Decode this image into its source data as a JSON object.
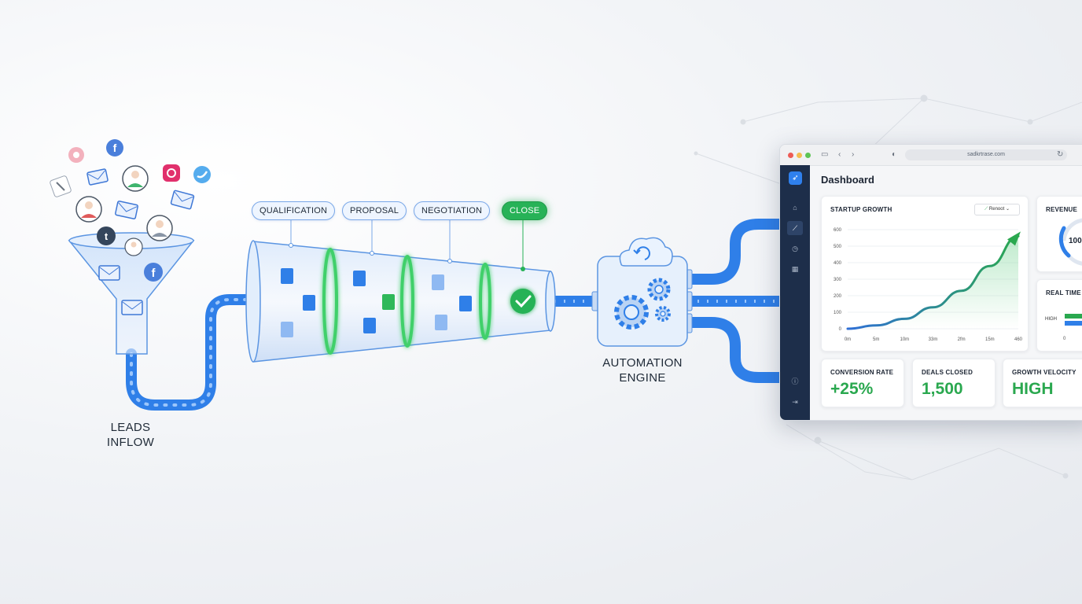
{
  "pipeline": {
    "stages": [
      "QUALIFICATION",
      "PROPOSAL",
      "NEGOTIATION",
      "CLOSE"
    ]
  },
  "labels": {
    "leads_line1": "LEADS",
    "leads_line2": "INFLOW",
    "engine_line1": "AUTOMATION",
    "engine_line2": "ENGINE"
  },
  "browser": {
    "url": "sadkrtrase.com"
  },
  "dashboard": {
    "title": "Dashboard",
    "growth_card": {
      "title": "STARTUP GROWTH",
      "filter": "Renoot"
    },
    "revenue_card": {
      "title": "REVENUE",
      "value": "100"
    },
    "realtime_card": {
      "title": "REAL TIME",
      "bar_label": "HIGH",
      "axis_tick": "0"
    },
    "kpis": [
      {
        "label": "CONVERSION RATE",
        "value": "+25%"
      },
      {
        "label": "DEALS CLOSED",
        "value": "1,500"
      },
      {
        "label": "GROWTH VELOCITY",
        "value": "HIGH"
      }
    ]
  },
  "icons": {
    "social": [
      "pinterest-icon",
      "facebook-icon",
      "instagram-icon",
      "twitter-icon",
      "tumblr-icon",
      "mail-icon",
      "phone-icon",
      "user-icon"
    ]
  },
  "colors": {
    "pipe_blue": "#2f7fe8",
    "success_green": "#27b257",
    "sidebar_navy": "#1d2e4a"
  },
  "chart_data": {
    "type": "line",
    "title": "STARTUP GROWTH",
    "xlabel": "",
    "ylabel": "",
    "categories": [
      "0m",
      "5m",
      "10m",
      "33m",
      "2fm",
      "15m",
      "460"
    ],
    "y_ticks": [
      "0",
      "100",
      "200",
      "300",
      "400",
      "500",
      "600"
    ],
    "ylim": [
      0,
      600
    ],
    "series": [
      {
        "values": [
          0,
          20,
          60,
          130,
          230,
          380,
          560
        ]
      }
    ],
    "grid": true,
    "legend": "none"
  }
}
